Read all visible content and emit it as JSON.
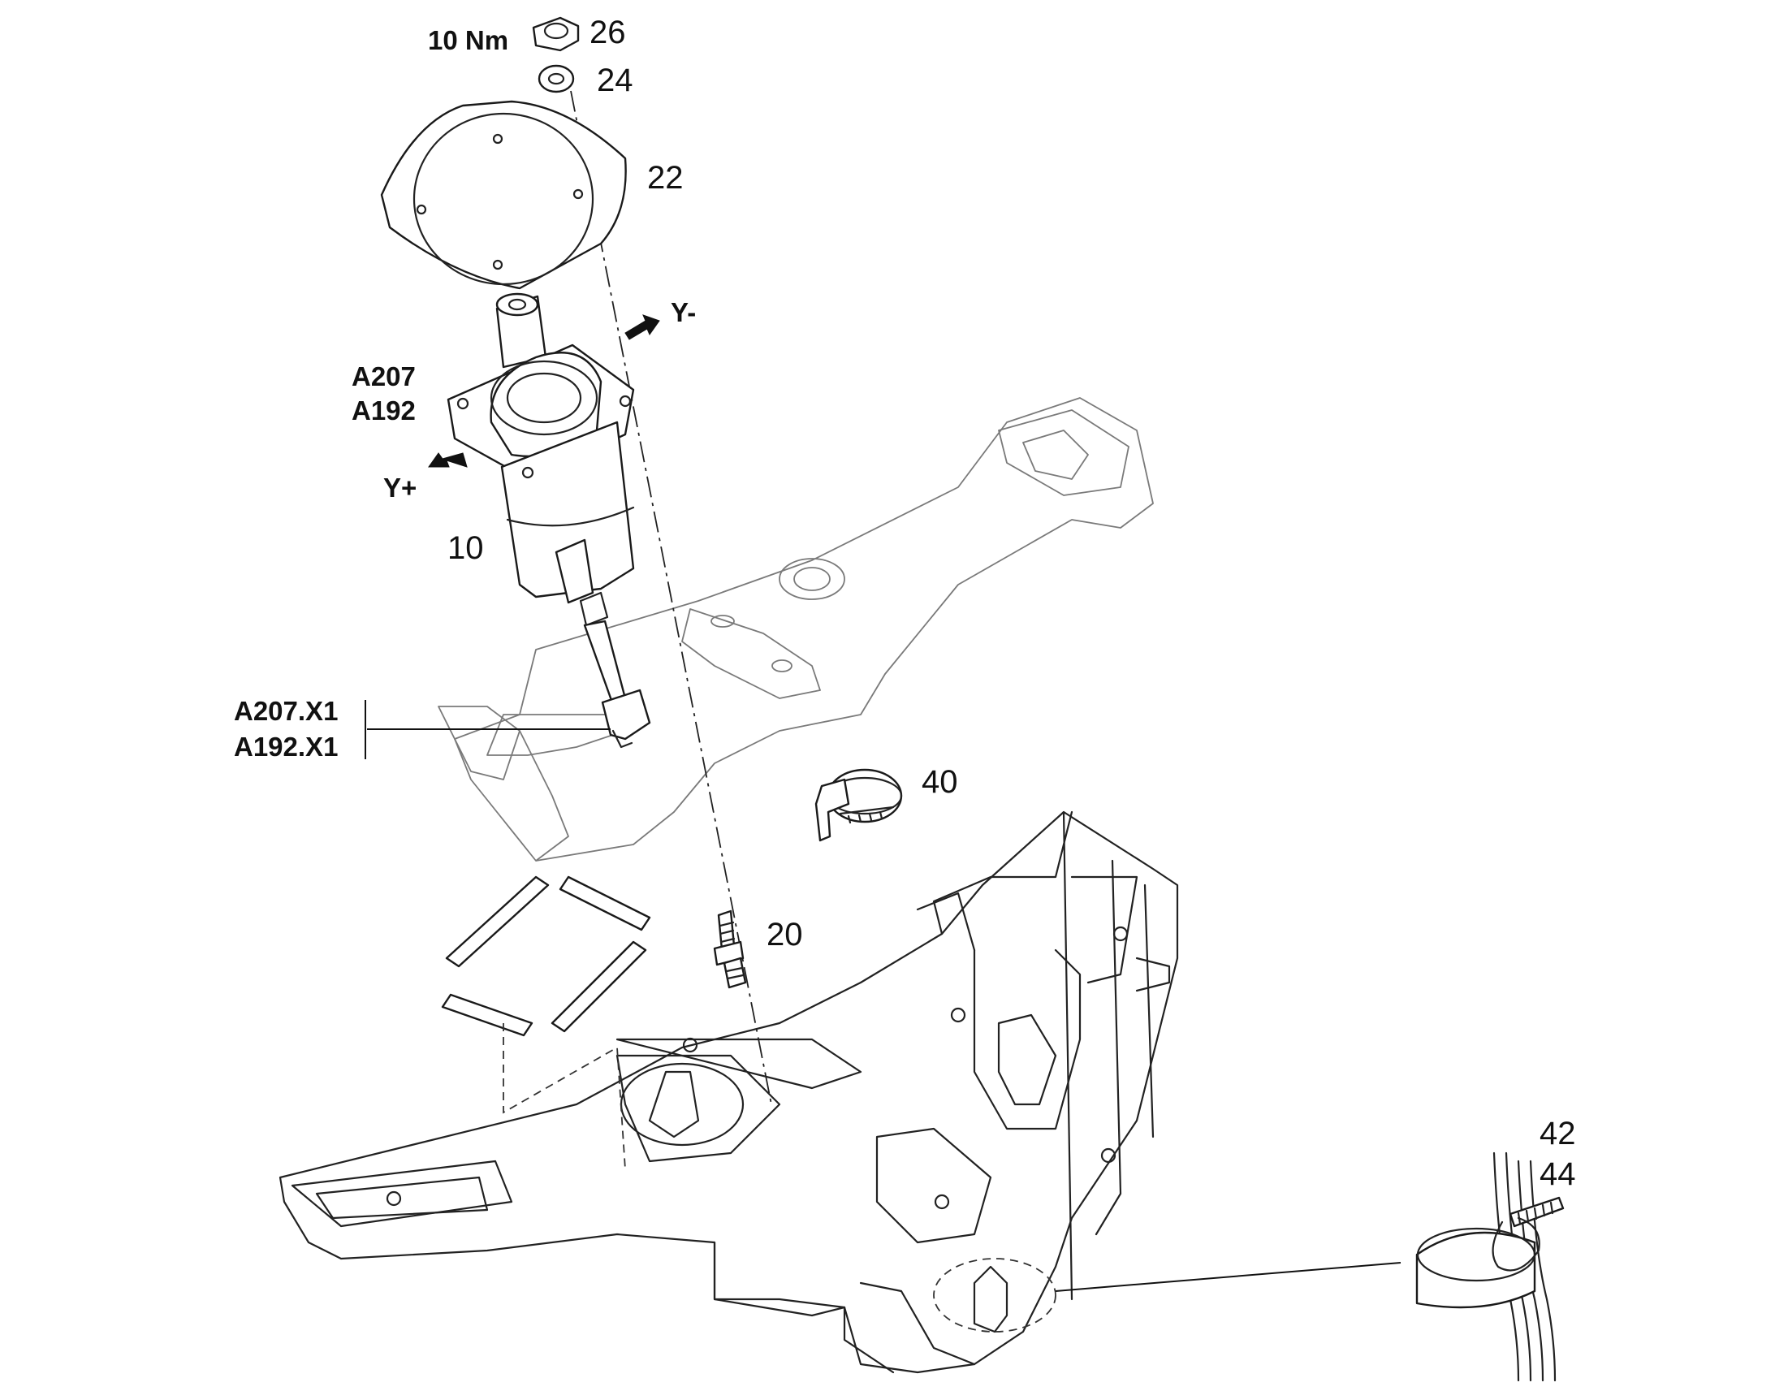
{
  "callouts": {
    "torque": "10 Nm",
    "p26": "26",
    "p24": "24",
    "p22": "22",
    "p10": "10",
    "p20": "20",
    "p40": "40",
    "p42": "42",
    "p44": "44"
  },
  "labels": {
    "a207": "A207",
    "a192": "A192",
    "a207x1": "A207.X1",
    "a192x1": "A192.X1",
    "y_minus": "Y-",
    "y_plus": "Y+"
  },
  "icons": {
    "nut": "hex-nut-icon",
    "washer": "washer-icon",
    "gasket": "gasket-plate-icon",
    "motor": "actuator-motor-icon",
    "stud": "threaded-stud-icon",
    "clamp": "hose-clamp-icon",
    "cable_tie": "cable-tie-icon"
  }
}
